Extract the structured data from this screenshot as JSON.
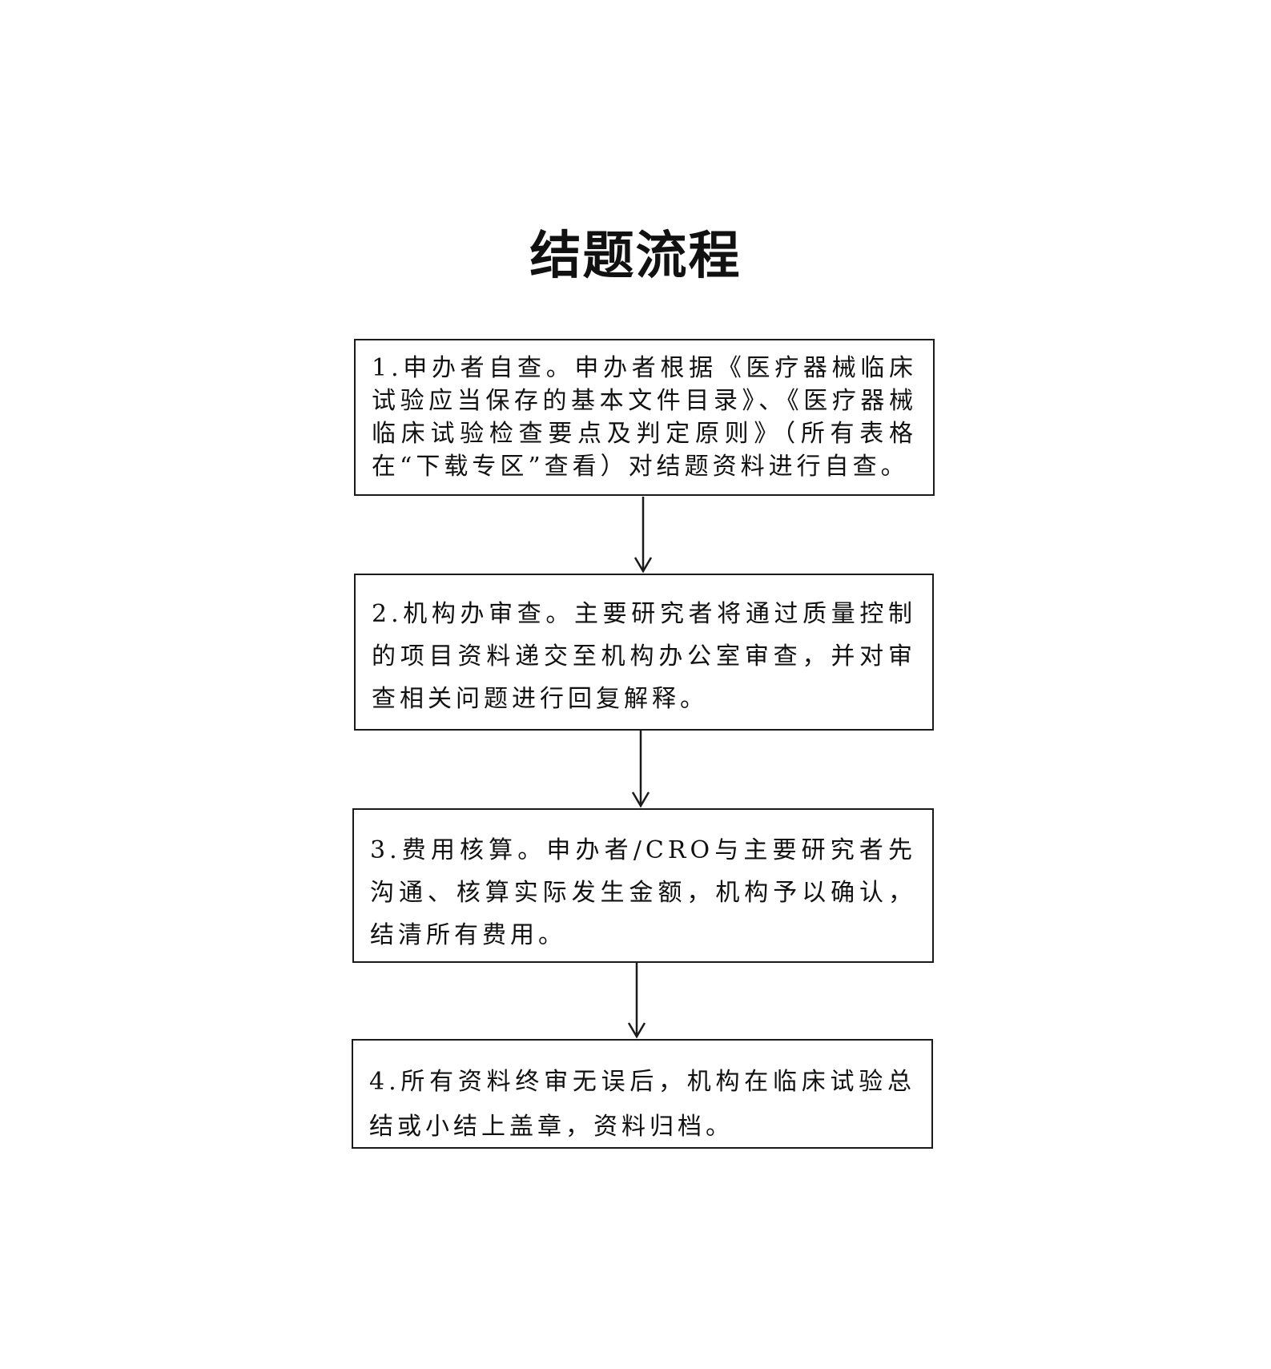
{
  "title": "结题流程",
  "steps": [
    {
      "text": "1.申办者自查。申办者根据《医疗器械临床试验应当保存的基本文件目录》、《医疗器械临床试验检查要点及判定原则》（所有表格在“下载专区”查看）对结题资料进行自查。"
    },
    {
      "text": "2.机构办审查。主要研究者将通过质量控制的项目资料递交至机构办公室审查，并对审查相关问题进行回复解释。"
    },
    {
      "text": "3.费用核算。申办者/CRO与主要研究者先沟通、核算实际发生金额，机构予以确认，结清所有费用。"
    },
    {
      "text": "4.所有资料终审无误后，机构在临床试验总结或小结上盖章，资料归档。"
    }
  ],
  "colors": {
    "line": "#1a1a1a",
    "text": "#111111",
    "background": "#ffffff"
  }
}
